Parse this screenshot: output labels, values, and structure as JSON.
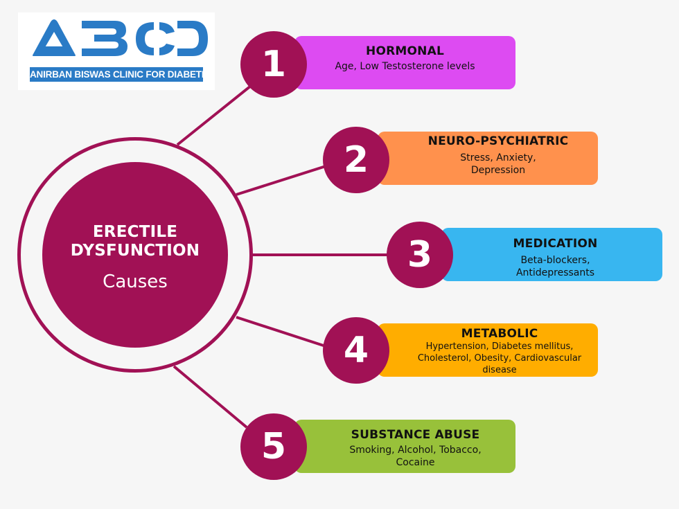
{
  "logo": {
    "letters": "ABCD",
    "tagline": "ANIRBAN BISWAS CLINIC FOR DIABETES",
    "brand_color": "#2a7bc6"
  },
  "hub": {
    "title_line1": "ERECTILE",
    "title_line2": "DYSFUNCTION",
    "subtitle": "Causes",
    "color": "#a11155"
  },
  "causes": [
    {
      "number": "1",
      "title": "HORMONAL",
      "description": "Age, Low Testosterone levels",
      "color": "#dd4bf2"
    },
    {
      "number": "2",
      "title": "NEURO-PSYCHIATRIC",
      "description": "Stress, Anxiety, Depression",
      "color": "#ff914d"
    },
    {
      "number": "3",
      "title": "MEDICATION",
      "description": "Beta-blockers, Antidepressants",
      "color": "#38b6f0"
    },
    {
      "number": "4",
      "title": "METABOLIC",
      "description": "Hypertension, Diabetes mellitus, Cholesterol, Obesity, Cardiovascular disease",
      "color": "#ffad00"
    },
    {
      "number": "5",
      "title": "SUBSTANCE ABUSE",
      "description": "Smoking, Alcohol, Tobacco, Cocaine",
      "color": "#98c13a"
    }
  ]
}
